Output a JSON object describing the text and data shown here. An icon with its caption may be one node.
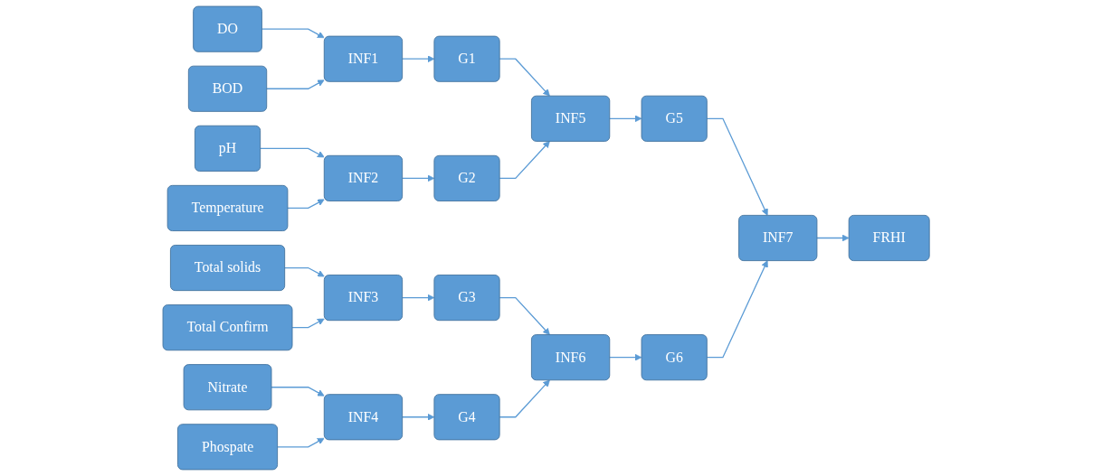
{
  "diagram": {
    "nodes": [
      {
        "text": [
          "DO"
        ]
      },
      {
        "text": [
          "BOD"
        ]
      },
      {
        "text": [
          "pH"
        ]
      },
      {
        "text": [
          "Temperature"
        ]
      },
      {
        "text": [
          "Total solids"
        ]
      },
      {
        "text": [
          "Total Confirm"
        ]
      },
      {
        "text": [
          "Nitrate"
        ]
      },
      {
        "text": [
          "Phospate"
        ]
      },
      {
        "text": [
          "INF1"
        ]
      },
      {
        "text": [
          "INF2"
        ]
      },
      {
        "text": [
          "INF3"
        ]
      },
      {
        "text": [
          "INF4"
        ]
      },
      {
        "text": [
          "G1"
        ]
      },
      {
        "text": [
          "G2"
        ]
      },
      {
        "text": [
          "G3"
        ]
      },
      {
        "text": [
          "G4"
        ]
      },
      {
        "text": [
          "INF5"
        ]
      },
      {
        "text": [
          "INF6"
        ]
      },
      {
        "text": [
          "G5"
        ]
      },
      {
        "text": [
          "G6"
        ]
      },
      {
        "text": [
          "INF7"
        ]
      },
      {
        "text": [
          "FRHI"
        ]
      }
    ],
    "edges": [
      {
        "from": 0,
        "to": 8,
        "arrow": "to"
      },
      {
        "from": 1,
        "to": 8,
        "arrow": "to"
      },
      {
        "from": 2,
        "to": 9,
        "arrow": "to"
      },
      {
        "from": 3,
        "to": 9,
        "arrow": "to"
      },
      {
        "from": 4,
        "to": 10,
        "arrow": "to"
      },
      {
        "from": 5,
        "to": 10,
        "arrow": "to"
      },
      {
        "from": 6,
        "to": 11,
        "arrow": "to"
      },
      {
        "from": 7,
        "to": 11,
        "arrow": "to"
      },
      {
        "from": 8,
        "to": 12,
        "arrow": "to"
      },
      {
        "from": 9,
        "to": 13,
        "arrow": "to"
      },
      {
        "from": 10,
        "to": 14,
        "arrow": "to"
      },
      {
        "from": 11,
        "to": 15,
        "arrow": "to"
      },
      {
        "from": 12,
        "to": 16,
        "arrow": "to"
      },
      {
        "from": 13,
        "to": 16,
        "arrow": "to"
      },
      {
        "from": 14,
        "to": 17,
        "arrow": "to"
      },
      {
        "from": 15,
        "to": 17,
        "arrow": "to"
      },
      {
        "from": 16,
        "to": 18,
        "arrow": "to"
      },
      {
        "from": 17,
        "to": 19,
        "arrow": "to"
      },
      {
        "from": 18,
        "to": 20,
        "arrow": "to"
      },
      {
        "from": 19,
        "to": 20,
        "arrow": "to"
      },
      {
        "from": 20,
        "to": 21,
        "arrow": "to"
      }
    ]
  }
}
